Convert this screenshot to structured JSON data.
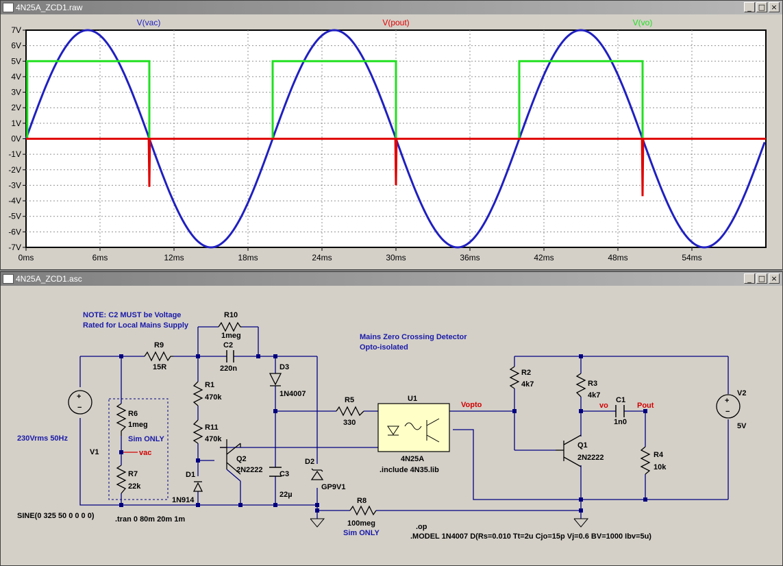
{
  "waveform_window": {
    "title": "4N25A_ZCD1.raw",
    "controls": [
      "_",
      "□",
      "×"
    ]
  },
  "schematic_window": {
    "title": "4N25A_ZCD1.asc",
    "controls": [
      "_",
      "□",
      "×"
    ]
  },
  "colors": {
    "vac": "#2020c0",
    "pout": "#e00000",
    "vo": "#20e020",
    "plot_bg": "#ffffff",
    "schematic_bg": "#d4d0c8",
    "wire": "#000080",
    "note_text": "#1a1aa8",
    "net_label": "#d00000"
  },
  "chart_data": {
    "type": "line",
    "series": [
      {
        "name": "V(vac)",
        "description": "sine 7V amplitude 50Hz"
      },
      {
        "name": "V(pout)",
        "description": "near 0V with negative spikes at zero crossings"
      },
      {
        "name": "V(vo)",
        "description": "square wave 0-5V"
      }
    ],
    "vac": {
      "amplitude": 7,
      "frequency_hz": 50,
      "unit": "V"
    },
    "vo": {
      "high": 5,
      "low": 0,
      "high_intervals_ms": [
        [
          0.1,
          10
        ],
        [
          20,
          30
        ],
        [
          40,
          50
        ]
      ]
    },
    "pout": {
      "baseline": 0,
      "spikes": [
        {
          "t_ms": 10,
          "v": -3.1
        },
        {
          "t_ms": 30,
          "v": -3.0
        },
        {
          "t_ms": 50,
          "v": -3.7
        }
      ]
    },
    "x_ticks": [
      "0ms",
      "6ms",
      "12ms",
      "18ms",
      "24ms",
      "30ms",
      "36ms",
      "42ms",
      "48ms",
      "54ms"
    ],
    "y_ticks": [
      "7V",
      "6V",
      "5V",
      "4V",
      "3V",
      "2V",
      "1V",
      "0V",
      "-1V",
      "-2V",
      "-3V",
      "-4V",
      "-5V",
      "-6V",
      "-7V"
    ],
    "xlim_ms": [
      0,
      60
    ],
    "ylim": [
      -7,
      7
    ],
    "grid": true
  },
  "schematic": {
    "notes": [
      "NOTE: C2 MUST be Voltage",
      "Rated for Local Mains Supply",
      "Mains Zero Crossing Detector",
      "Opto-isolated"
    ],
    "components": {
      "R10": {
        "ref": "R10",
        "value": "1meg"
      },
      "C2": {
        "ref": "C2",
        "value": "220n"
      },
      "R9": {
        "ref": "R9",
        "value": "15R"
      },
      "D3": {
        "ref": "D3",
        "value": "1N4007"
      },
      "R1": {
        "ref": "R1",
        "value": "470k"
      },
      "R11": {
        "ref": "R11",
        "value": "470k"
      },
      "R6": {
        "ref": "R6",
        "value": "1meg"
      },
      "R7": {
        "ref": "R7",
        "value": "22k"
      },
      "V1": {
        "ref": "V1",
        "value": "230Vrms 50Hz"
      },
      "Q2": {
        "ref": "Q2",
        "value": "2N2222"
      },
      "D1": {
        "ref": "D1",
        "value": "1N914"
      },
      "C3": {
        "ref": "C3",
        "value": "22µ"
      },
      "D2": {
        "ref": "D2",
        "value": "GP9V1"
      },
      "R5": {
        "ref": "R5",
        "value": "330"
      },
      "U1": {
        "ref": "U1",
        "value": "4N25A"
      },
      "R8": {
        "ref": "R8",
        "value": "100meg"
      },
      "R2": {
        "ref": "R2",
        "value": "4k7"
      },
      "R3": {
        "ref": "R3",
        "value": "4k7"
      },
      "C1": {
        "ref": "C1",
        "value": "1n0"
      },
      "Q1": {
        "ref": "Q1",
        "value": "2N2222"
      },
      "R4": {
        "ref": "R4",
        "value": "10k"
      },
      "V2": {
        "ref": "V2",
        "value": "5V"
      }
    },
    "sim_only": "Sim ONLY",
    "net_labels": {
      "vac": "vac",
      "vopto": "Vopto",
      "vo": "vo",
      "pout": "Pout"
    },
    "directives": {
      "sine": "SINE(0 325 50 0 0 0 0)",
      "tran": ".tran 0 80m 20m 1m",
      "include": ".include 4N35.lib",
      "op": ".op",
      "model": ".MODEL 1N4007 D(Rs=0.010 Tt=2u Cjo=15p Vj=0.6 BV=1000 Ibv=5u)"
    }
  }
}
